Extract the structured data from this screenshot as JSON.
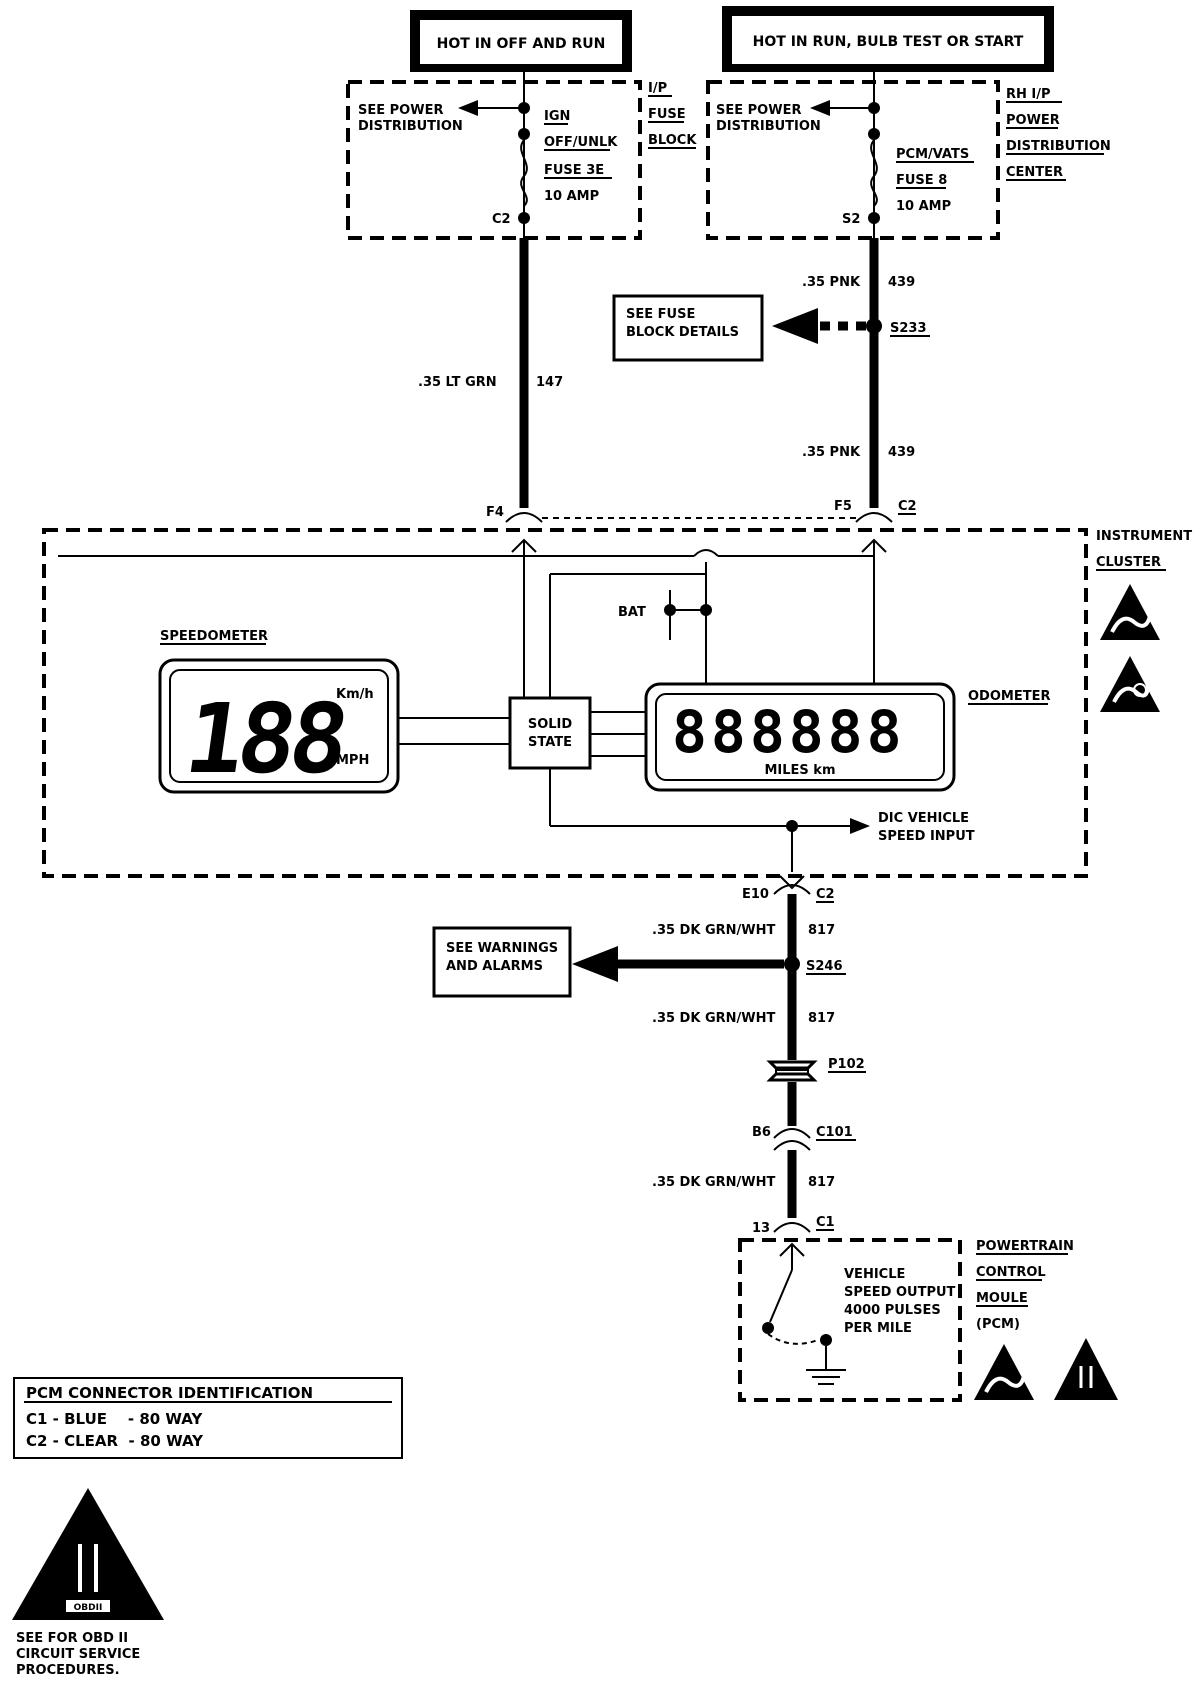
{
  "power_sources": {
    "left": "HOT IN OFF AND RUN",
    "right": "HOT IN RUN, BULB TEST OR START"
  },
  "left_fuse_block": {
    "see_power_1": "SEE POWER",
    "see_power_2": "DISTRIBUTION",
    "ign": "IGN",
    "off_unlk": "OFF/UNLK",
    "fuse": "FUSE 3E",
    "amp": "10 AMP",
    "connector": "C2",
    "block_1": "I/P",
    "block_2": "FUSE",
    "block_3": "BLOCK"
  },
  "right_fuse_block": {
    "see_power_1": "SEE POWER",
    "see_power_2": "DISTRIBUTION",
    "pcm_vats": "PCM/VATS",
    "fuse": "FUSE 8",
    "amp": "10 AMP",
    "connector": "S2",
    "block_1": "RH I/P",
    "block_2": "POWER",
    "block_3": "DISTRIBUTION",
    "block_4": "CENTER"
  },
  "wires": {
    "left_gauge": ".35 LT GRN",
    "left_circuit": "147",
    "right_gauge_1": ".35 PNK",
    "right_circuit_1": "439",
    "right_gauge_2": ".35 PNK",
    "right_circuit_2": "439",
    "bottom_gauge_1": ".35 DK GRN/WHT",
    "bottom_circuit_1": "817",
    "bottom_gauge_2": ".35 DK GRN/WHT",
    "bottom_circuit_2": "817",
    "bottom_gauge_3": ".35 DK GRN/WHT",
    "bottom_circuit_3": "817"
  },
  "splices": {
    "s233": "S233",
    "s246": "S246",
    "p102": "P102"
  },
  "refs": {
    "fuse_details_1": "SEE FUSE",
    "fuse_details_2": "BLOCK DETAILS",
    "warnings_1": "SEE WARNINGS",
    "warnings_2": "AND ALARMS"
  },
  "connectors": {
    "f4": "F4",
    "f5": "F5",
    "f5_c": "C2",
    "e10": "E10",
    "e10_c": "C2",
    "b6": "B6",
    "b6_c": "C101",
    "pin13": "13",
    "pin13_c": "C1"
  },
  "cluster": {
    "name_1": "INSTRUMENT",
    "name_2": "CLUSTER",
    "bat": "BAT",
    "speedometer": "SPEEDOMETER",
    "speedo_digits": "188",
    "kmh": "Km/h",
    "mph": "MPH",
    "solid_1": "SOLID",
    "solid_2": "STATE",
    "odometer": "ODOMETER",
    "odo_digits": "888888",
    "miles_km": "MILES km",
    "dic_1": "DIC VEHICLE",
    "dic_2": "SPEED INPUT"
  },
  "pcm": {
    "name_1": "POWERTRAIN",
    "name_2": "CONTROL",
    "name_3": "MOULE",
    "name_4": "(PCM)",
    "output_1": "VEHICLE",
    "output_2": "SPEED OUTPUT",
    "output_3": "4000 PULSES",
    "output_4": "PER MILE"
  },
  "connector_id": {
    "title": "PCM CONNECTOR IDENTIFICATION",
    "row1": "C1 - BLUE    - 80 WAY",
    "row2": "C2 - CLEAR  - 80 WAY"
  },
  "obd": {
    "numeral": "II",
    "badge": "OBDII",
    "note_1": "SEE FOR OBD II",
    "note_2": "CIRCUIT SERVICE",
    "note_3": "PROCEDURES."
  },
  "icons": [
    "esd-warning-icon",
    "obd-ii-icon",
    "fuse-icon",
    "ground-icon",
    "switch-icon",
    "arrow-icon"
  ]
}
